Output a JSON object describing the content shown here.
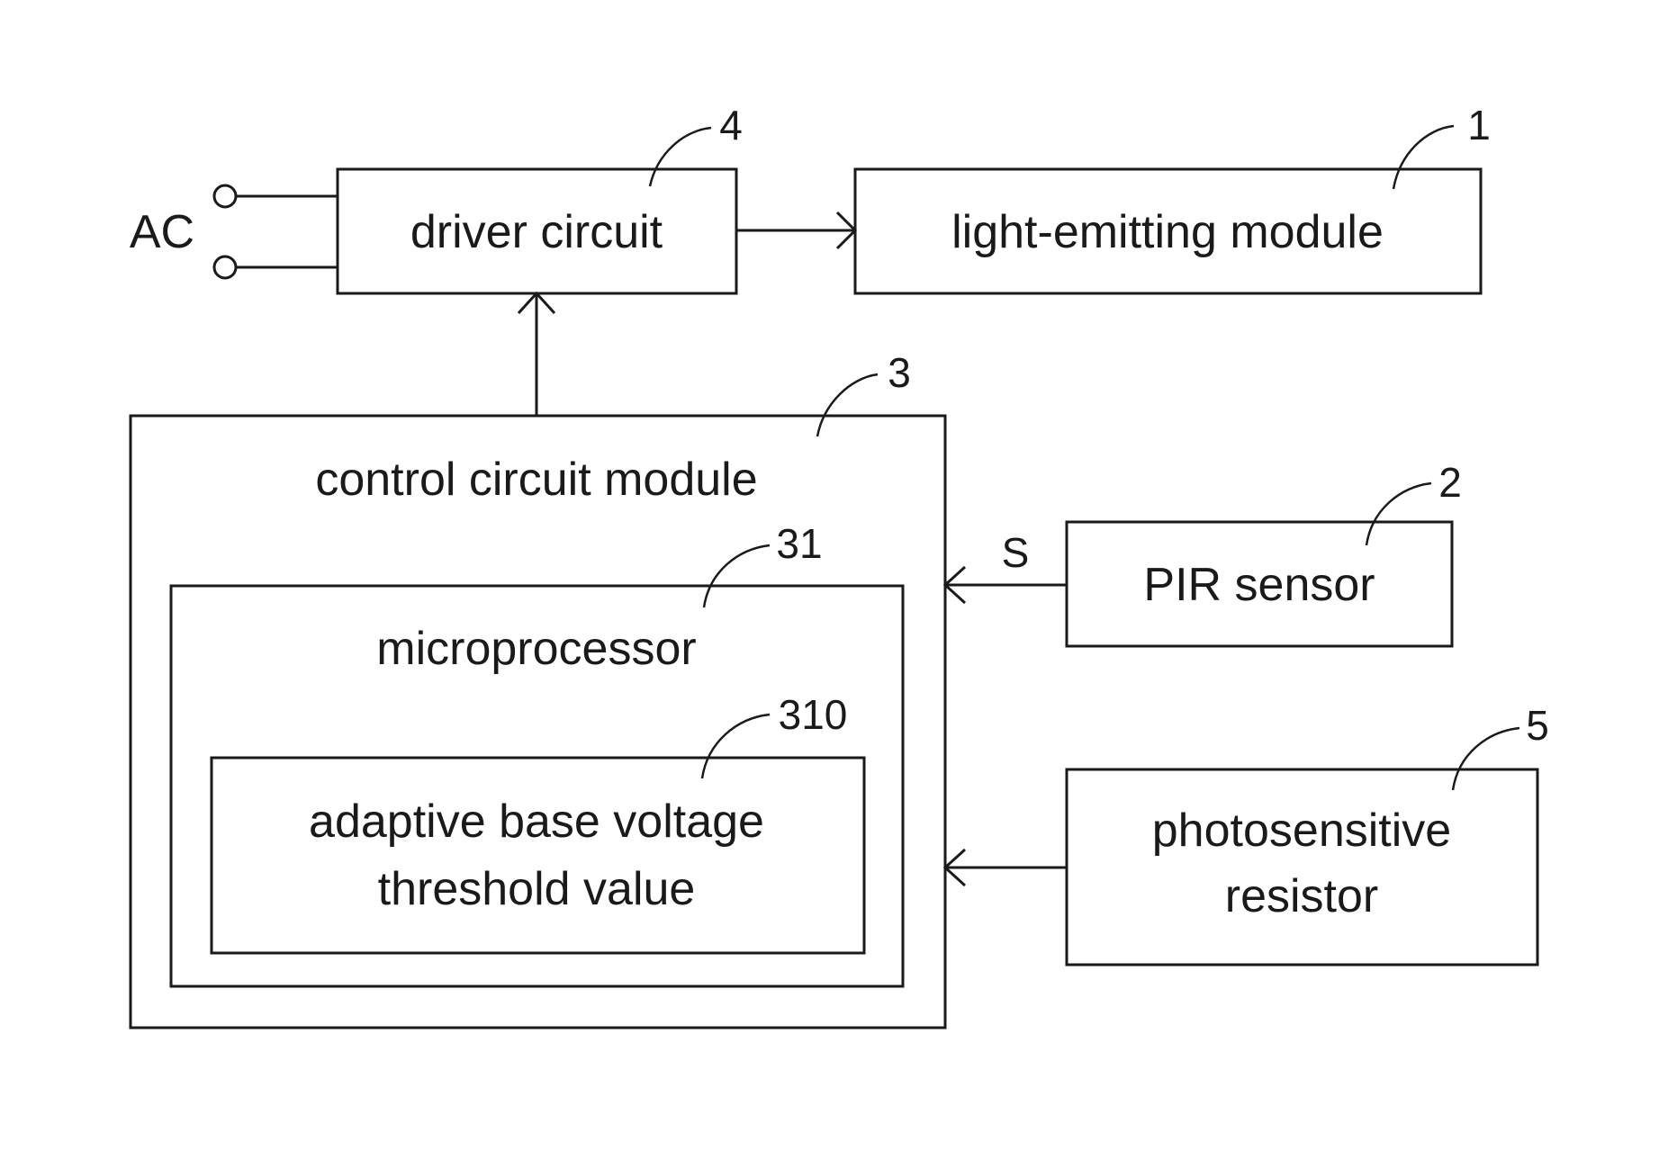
{
  "blocks": {
    "driver": {
      "label": "driver circuit",
      "ref": "4"
    },
    "light": {
      "label": "light-emitting module",
      "ref": "1"
    },
    "control": {
      "label": "control circuit module",
      "ref": "3"
    },
    "micro": {
      "label": "microprocessor",
      "ref": "31"
    },
    "threshold": {
      "label_line1": "adaptive base voltage",
      "label_line2": "threshold value",
      "ref": "310"
    },
    "pir": {
      "label": "PIR sensor",
      "ref": "2"
    },
    "photo": {
      "label_line1": "photosensitive",
      "label_line2": "resistor",
      "ref": "5"
    }
  },
  "signals": {
    "ac": "AC",
    "s": "S"
  }
}
